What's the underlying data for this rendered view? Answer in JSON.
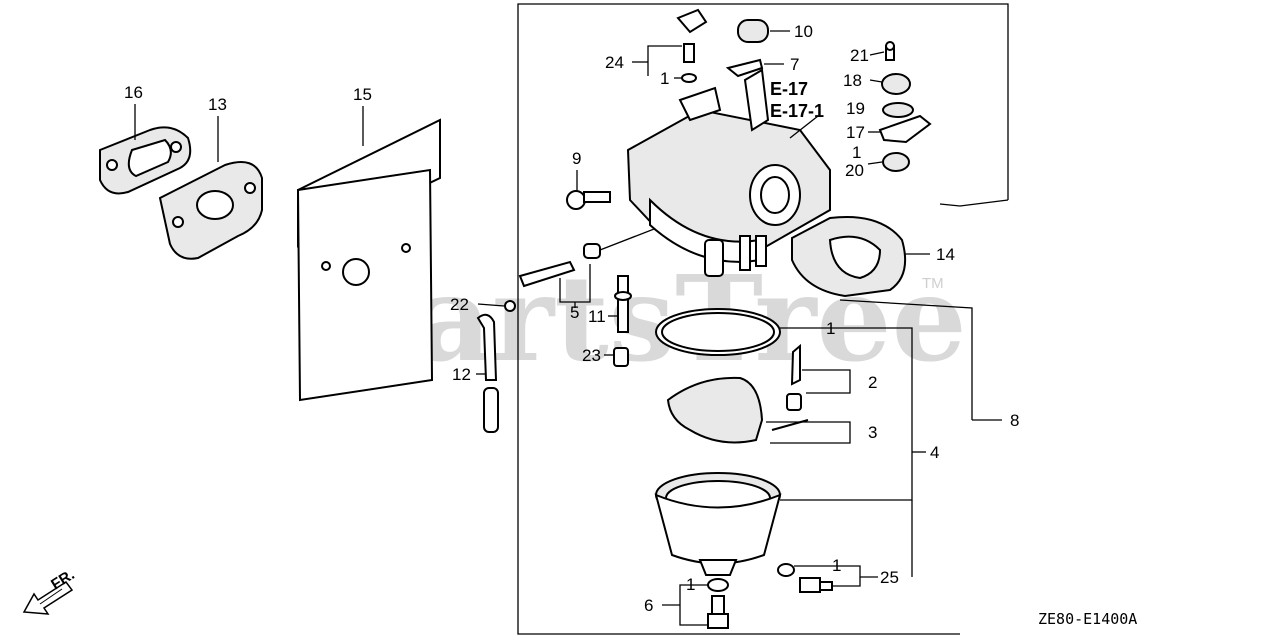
{
  "watermark": {
    "text": "PartsTree",
    "trademark": "TM"
  },
  "diagram_code": "ZE80-E1400A",
  "direction_label": "FR.",
  "reference_labels": [
    "E-17",
    "E-17-1"
  ],
  "callouts": [
    {
      "id": "c24",
      "text": "24"
    },
    {
      "id": "c1a",
      "text": "1"
    },
    {
      "id": "c10",
      "text": "10"
    },
    {
      "id": "c7",
      "text": "7"
    },
    {
      "id": "c21",
      "text": "21"
    },
    {
      "id": "c18",
      "text": "18"
    },
    {
      "id": "c19",
      "text": "19"
    },
    {
      "id": "c17",
      "text": "17"
    },
    {
      "id": "c1b",
      "text": "1"
    },
    {
      "id": "c20",
      "text": "20"
    },
    {
      "id": "c9",
      "text": "9"
    },
    {
      "id": "c14",
      "text": "14"
    },
    {
      "id": "c16",
      "text": "16"
    },
    {
      "id": "c13",
      "text": "13"
    },
    {
      "id": "c15",
      "text": "15"
    },
    {
      "id": "c22",
      "text": "22"
    },
    {
      "id": "c5",
      "text": "5"
    },
    {
      "id": "c11",
      "text": "11"
    },
    {
      "id": "c23",
      "text": "23"
    },
    {
      "id": "c12",
      "text": "12"
    },
    {
      "id": "c1c",
      "text": "1"
    },
    {
      "id": "c2",
      "text": "2"
    },
    {
      "id": "c3",
      "text": "3"
    },
    {
      "id": "c4",
      "text": "4"
    },
    {
      "id": "c8",
      "text": "8"
    },
    {
      "id": "c1d",
      "text": "1"
    },
    {
      "id": "c25",
      "text": "25"
    },
    {
      "id": "c1e",
      "text": "1"
    },
    {
      "id": "c6",
      "text": "6"
    }
  ]
}
